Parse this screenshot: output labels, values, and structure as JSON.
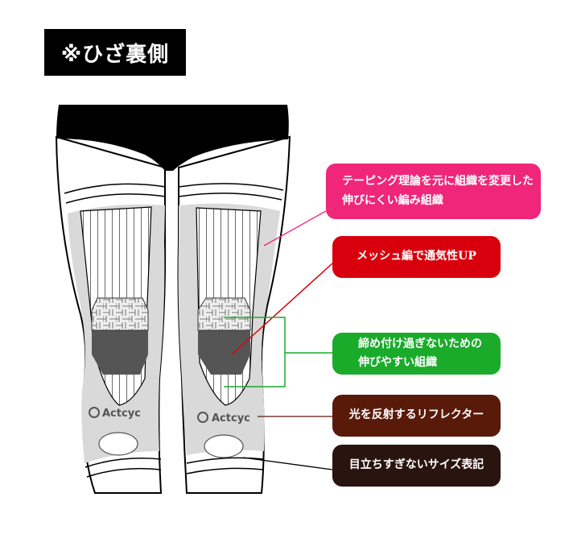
{
  "title": "※ひざ裏側",
  "brand_logo_text": "Actcyc",
  "callouts": [
    {
      "id": "taping",
      "lines": [
        "テーピング理論を元に組織を変更した",
        "伸びにくい編み組織"
      ],
      "color": "#f0267a"
    },
    {
      "id": "mesh",
      "lines": [
        "メッシュ編で通気性UP"
      ],
      "color": "#d9000d"
    },
    {
      "id": "stretch",
      "lines": [
        "締め付け過ぎないための",
        "伸びやすい組織"
      ],
      "color": "#1aab2b"
    },
    {
      "id": "reflector",
      "lines": [
        "光を反射するリフレクター"
      ],
      "color": "#5a1a0a"
    },
    {
      "id": "size",
      "lines": [
        "目立ちすぎないサイズ表記"
      ],
      "color": "#2a1410"
    }
  ]
}
